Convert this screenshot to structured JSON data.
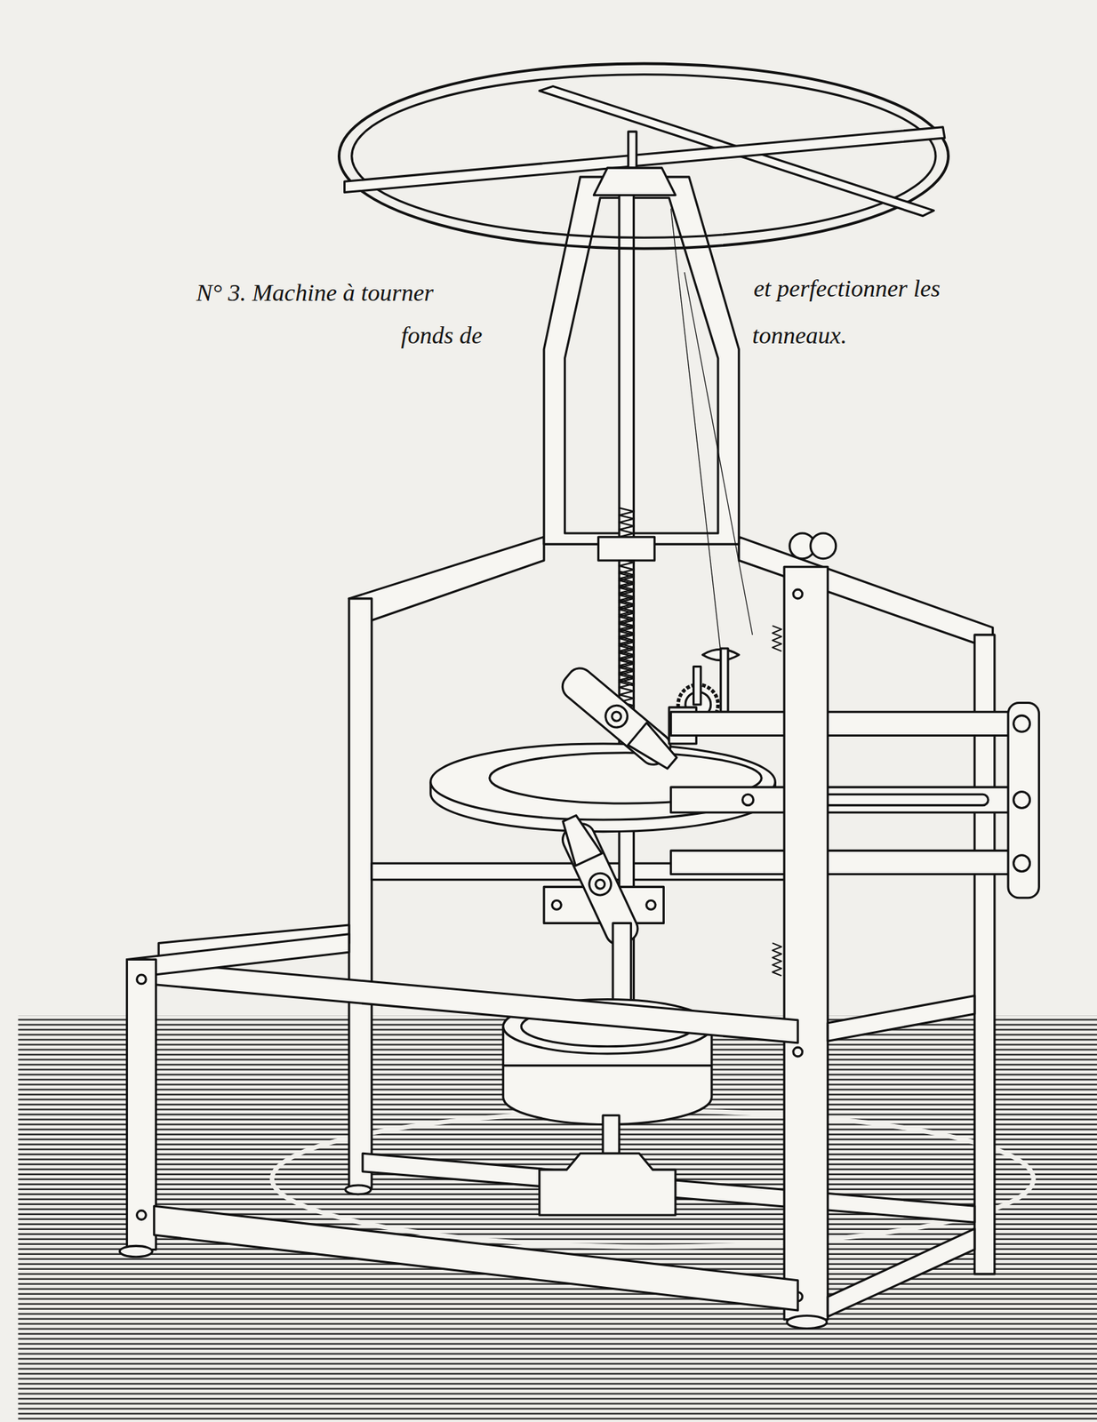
{
  "diagram": {
    "labels": [
      "N° 3. Machine à tourner",
      "et perfectionner les",
      "fonds de",
      "tonneaux."
    ]
  }
}
